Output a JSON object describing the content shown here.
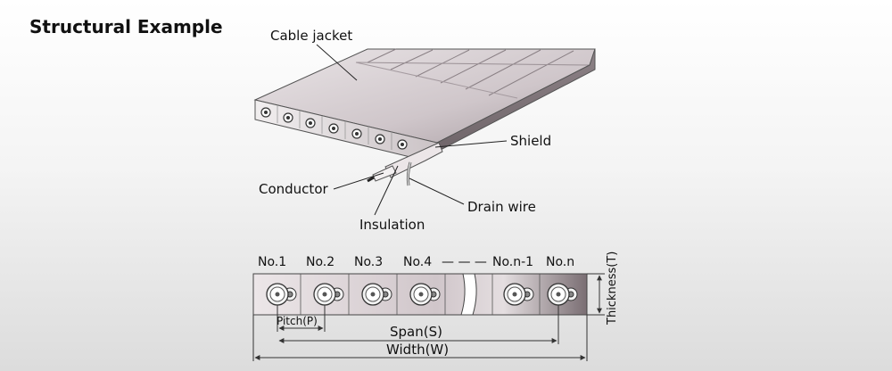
{
  "title": "Structural Example",
  "labels": {
    "cable_jacket": "Cable jacket",
    "shield": "Shield",
    "conductor": "Conductor",
    "insulation": "Insulation",
    "drain_wire": "Drain wire"
  },
  "cross_section": {
    "columns": [
      "No.1",
      "No.2",
      "No.3",
      "No.4",
      "No.n-1",
      "No.n"
    ],
    "ellipsis": "— — —",
    "thickness": "Thickness(T)",
    "pitch": "Pitch(P)",
    "span": "Span(S)",
    "width": "Width(W)"
  }
}
